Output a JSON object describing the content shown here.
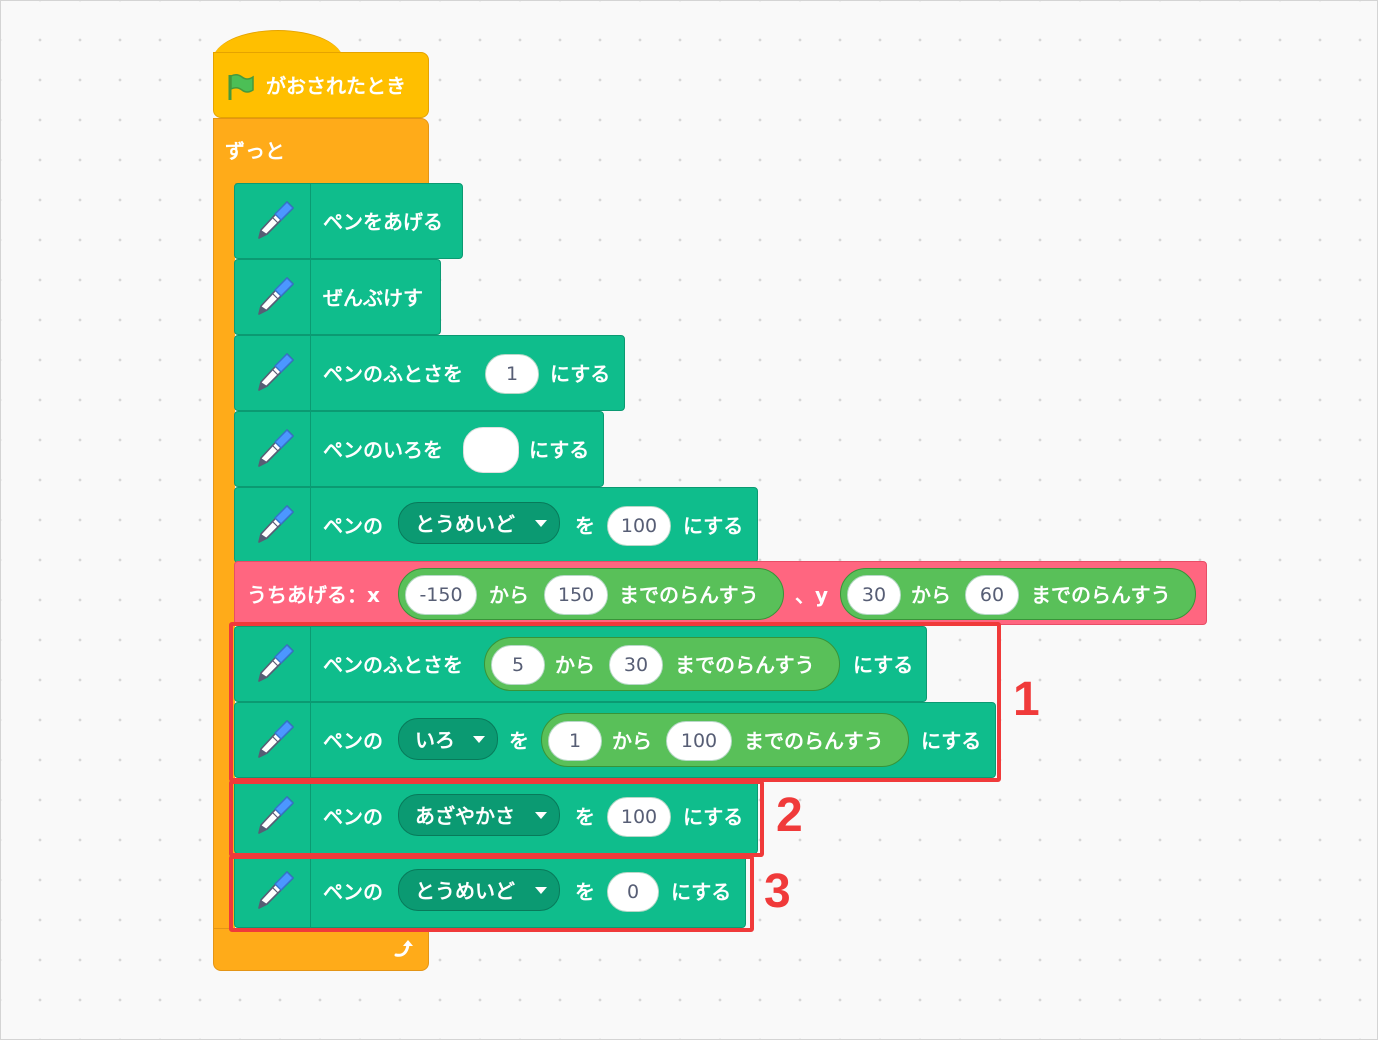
{
  "script": {
    "hat": {
      "label": "がおされたとき",
      "icon": "green-flag-icon"
    },
    "forever": {
      "label": "ずっと",
      "icon": "loop-arrow-icon"
    },
    "blocks": [
      {
        "label": "ペンをあげる"
      },
      {
        "label": "ぜんぶけす"
      },
      {
        "label_pre": "ペンのふとさを",
        "value": "1",
        "label_post": "にする"
      },
      {
        "label_pre": "ペンのいろを",
        "label_post": "にする",
        "color_value": "#ffffff"
      },
      {
        "label_pre": "ペンの",
        "dropdown": "とうめいど",
        "label_mid": "を",
        "value": "100",
        "label_post": "にする"
      },
      {
        "label_pre": "うちあげる：x",
        "x_from": "-150",
        "kara1": "から",
        "x_to": "150",
        "random1": "までのらんすう",
        "label_y": "、y",
        "y_from": "30",
        "kara2": "から",
        "y_to": "60",
        "random2": "までのらんすう"
      },
      {
        "label_pre": "ペンのふとさを",
        "from": "5",
        "kara": "から",
        "to": "30",
        "random": "までのらんすう",
        "label_post": "にする"
      },
      {
        "label_pre": "ペンの",
        "dropdown": "いろ",
        "label_mid": "を",
        "from": "1",
        "kara": "から",
        "to": "100",
        "random": "までのらんすう",
        "label_post": "にする"
      },
      {
        "label_pre": "ペンの",
        "dropdown": "あざやかさ",
        "label_mid": "を",
        "value": "100",
        "label_post": "にする"
      },
      {
        "label_pre": "ペンの",
        "dropdown": "とうめいど",
        "label_mid": "を",
        "value": "0",
        "label_post": "にする"
      }
    ]
  },
  "annotations": [
    "1",
    "2",
    "3"
  ],
  "colors": {
    "pen": "#0fbd8c",
    "operator": "#59c059",
    "event": "#ffbf00",
    "control": "#ffab19",
    "extension": "#ff6680",
    "highlight": "#f03a3a"
  }
}
